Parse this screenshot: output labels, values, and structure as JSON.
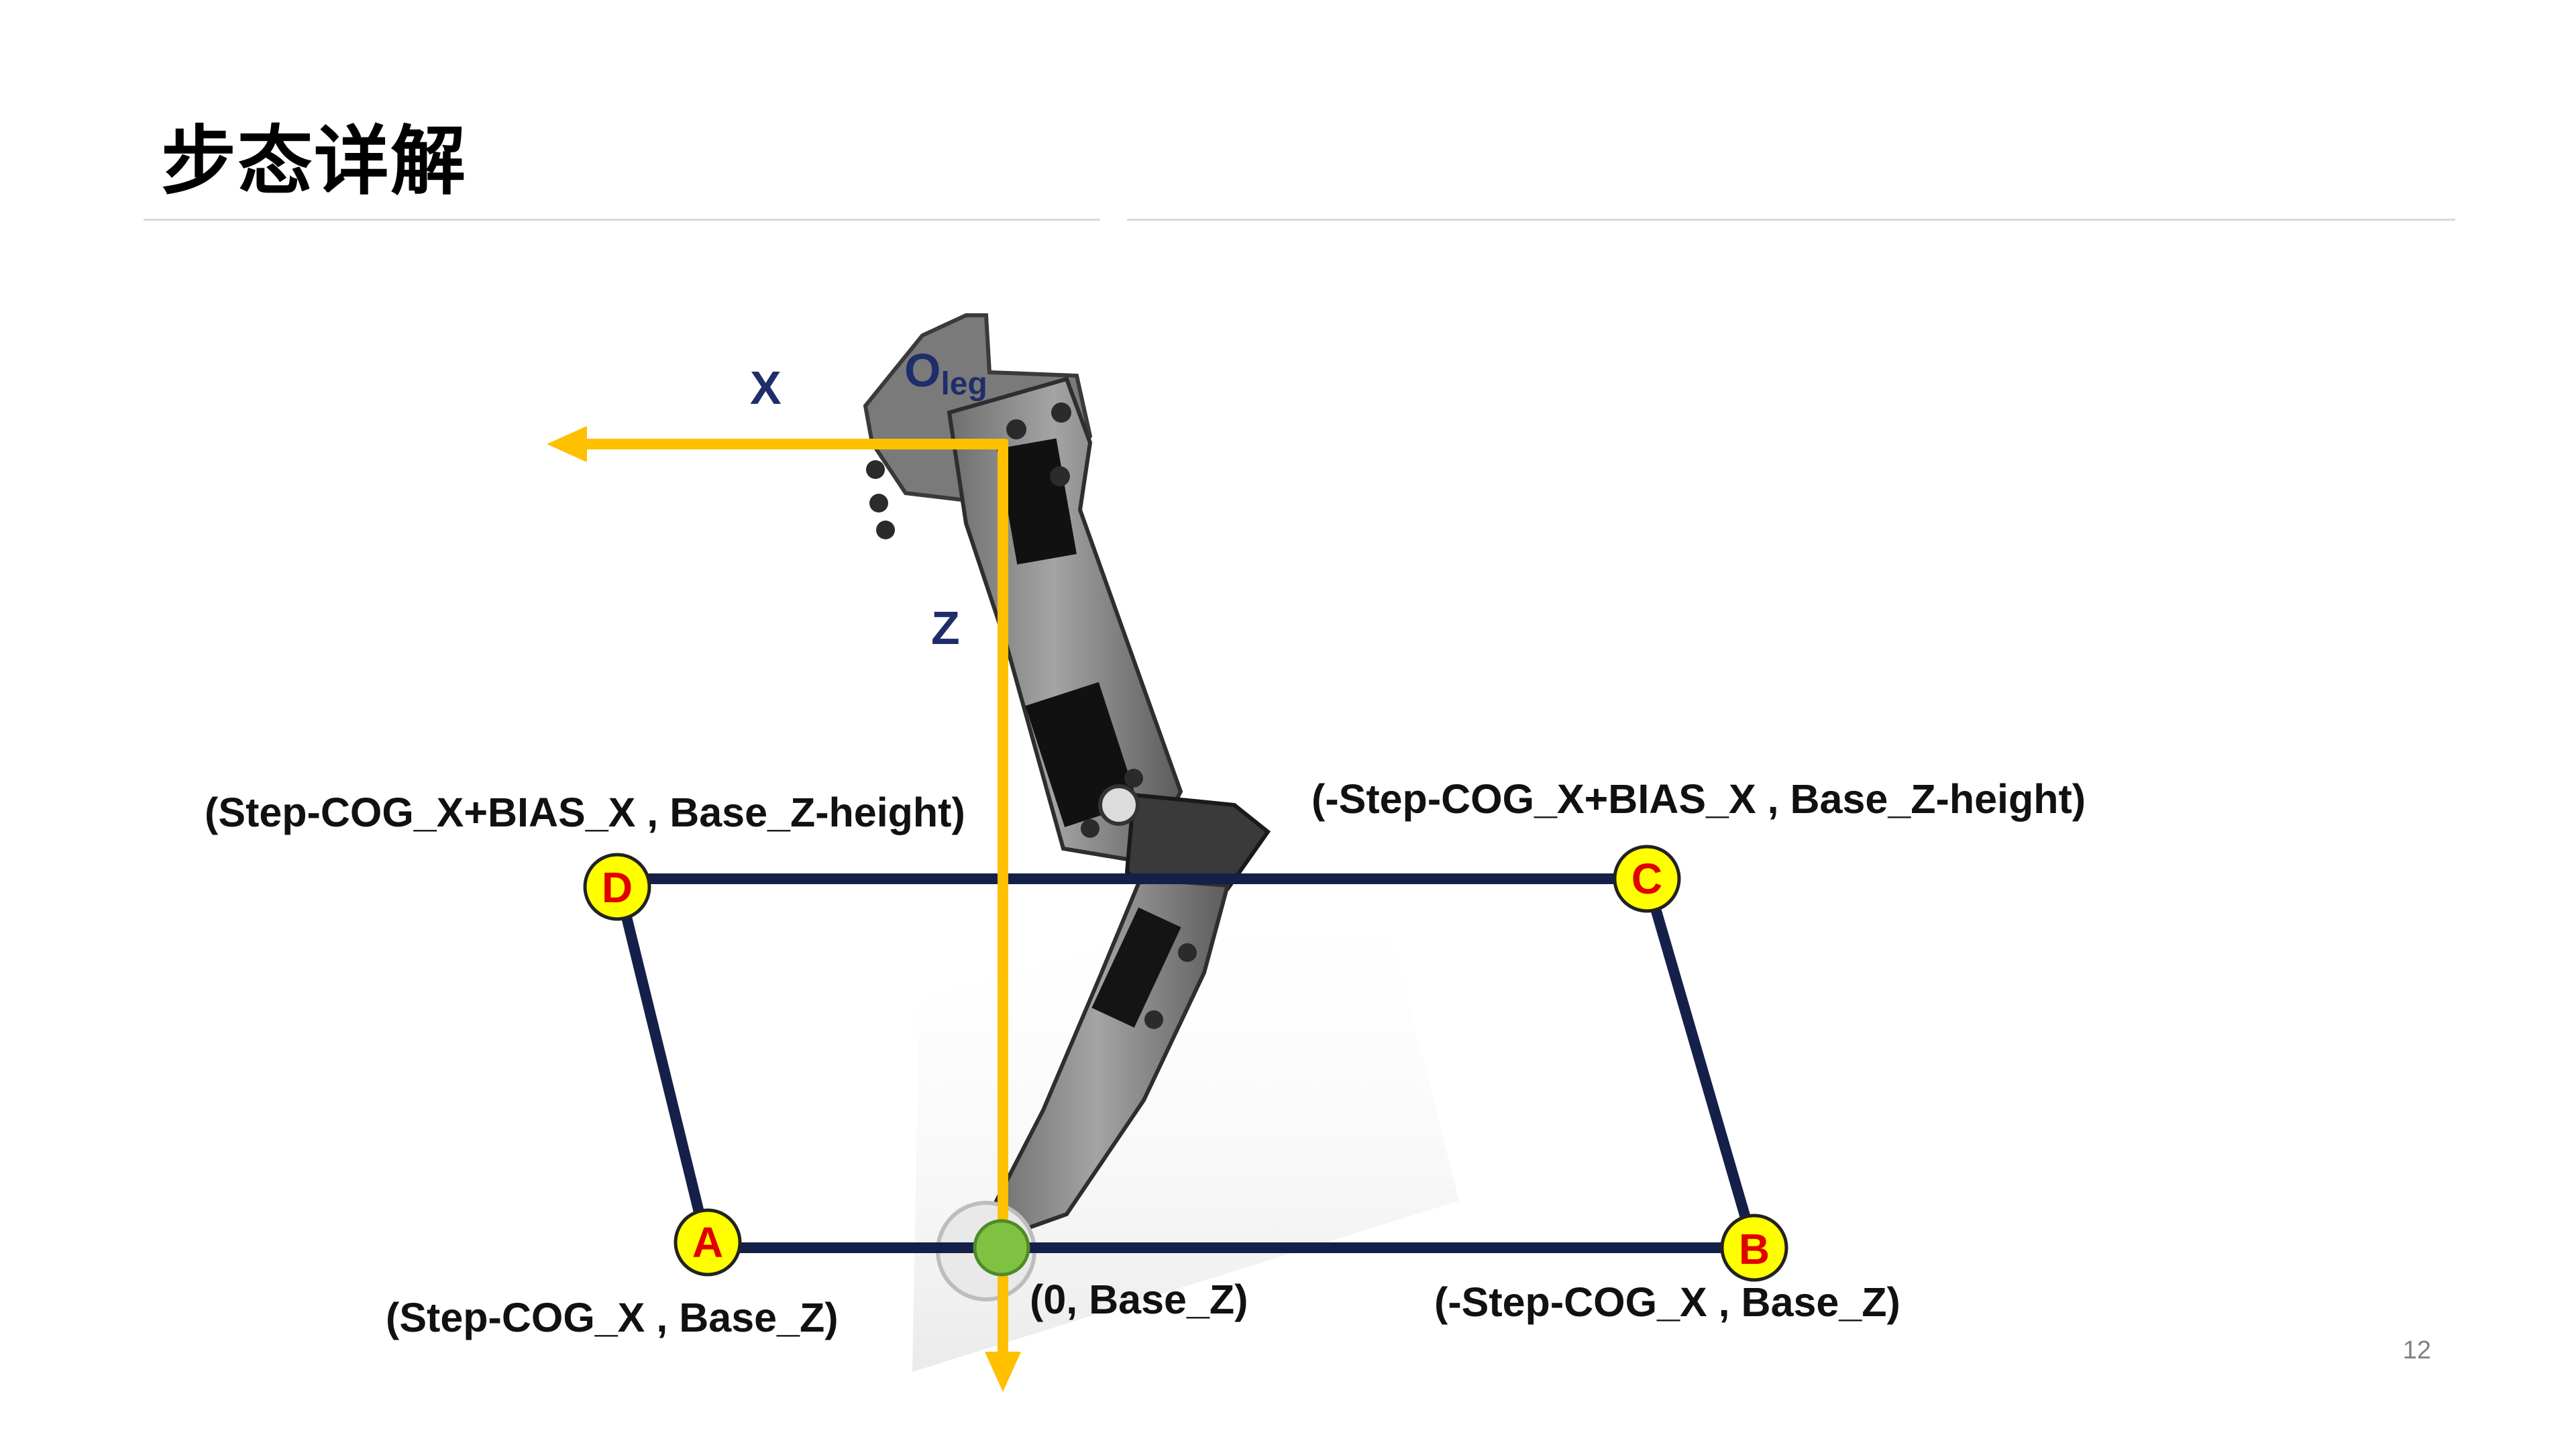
{
  "slide": {
    "title": "步态详解",
    "page_number": "12"
  },
  "axes": {
    "origin_main": "O",
    "origin_sub": "leg",
    "x_label": "X",
    "z_label": "Z"
  },
  "points": {
    "A": {
      "label": "A",
      "coord": "(Step-COG_X , Base_Z)"
    },
    "B": {
      "label": "B",
      "coord": "(-Step-COG_X , Base_Z)"
    },
    "C": {
      "label": "C",
      "coord": "(-Step-COG_X+BIAS_X , Base_Z-height)"
    },
    "D": {
      "label": "D",
      "coord": "(Step-COG_X+BIAS_X , Base_Z-height)"
    },
    "center": {
      "coord": "(0, Base_Z)"
    }
  },
  "colors": {
    "axis": "#ffc000",
    "trajectory": "#15204a",
    "point_fill": "#ffff00",
    "point_label": "#e00000",
    "center_point": "#7fc241",
    "leg_body": "#8a8a8a",
    "axis_text": "#1f2d6b"
  }
}
